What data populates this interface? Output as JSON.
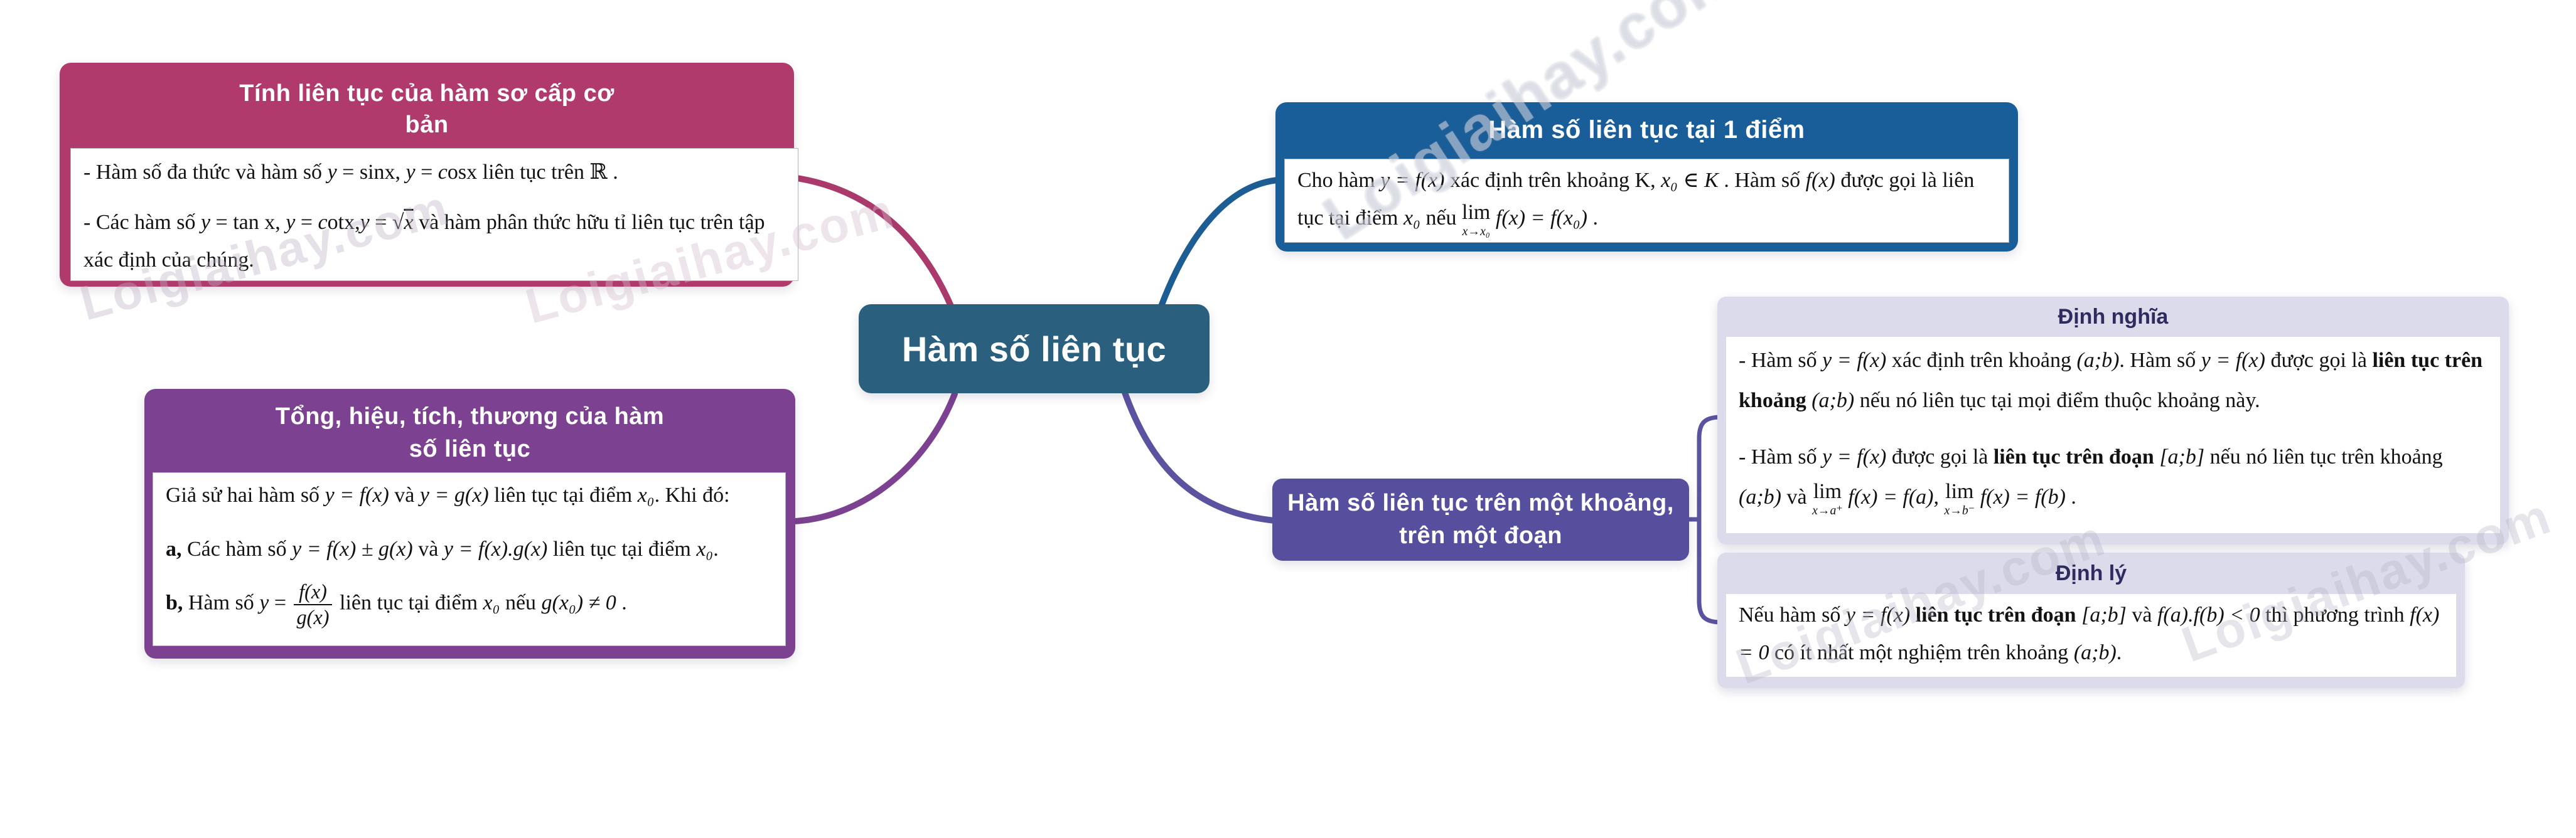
{
  "colors": {
    "background": "#FFFFFF",
    "center_node": "#2A5F7E",
    "elementary_node": "#B13A6C",
    "sum_node": "#7C4190",
    "point_node": "#1A5E99",
    "interval_node": "#564F9E",
    "sub_box_bg": "#DCDBEB",
    "sub_box_title_text": "#2E2C5E",
    "connector_elementary": "#A93A6B",
    "connector_point": "#1C5D94",
    "connector_sum": "#7C4190",
    "connector_interval": "#5B53A0",
    "content_text": "#121212",
    "node_title_text": "#FFFFFF"
  },
  "center_node": {
    "title": "Hàm số liên tục"
  },
  "elementary_node": {
    "title_lines": [
      "Tính liên tục của hàm sơ cấp cơ",
      "bản"
    ],
    "runs_p1": [
      {
        "t": "- Hàm số đa thức và hàm số "
      },
      {
        "t": "y",
        "s": "i"
      },
      {
        "t": " = sinx, "
      },
      {
        "t": "y",
        "s": "i"
      },
      {
        "t": " = "
      },
      {
        "t": "c",
        "s": "i"
      },
      {
        "t": "osx liên tục trên ℝ ."
      }
    ],
    "runs_p2": [
      {
        "t": "- Các hàm số "
      },
      {
        "t": "y",
        "s": "i"
      },
      {
        "t": " = tan x, "
      },
      {
        "t": "y",
        "s": "i"
      },
      {
        "t": " = "
      },
      {
        "t": "c",
        "s": "i"
      },
      {
        "t": "otx,"
      },
      {
        "t": "y",
        "s": "i"
      },
      {
        "t": " = √"
      },
      {
        "t": "x",
        "s": "i ol"
      },
      {
        "t": " và hàm phân thức hữu tỉ liên tục trên tập xác định của chúng."
      }
    ]
  },
  "sum_node": {
    "title_lines": [
      "Tổng, hiệu, tích, thương của hàm",
      "số liên tục"
    ],
    "runs_intro": [
      {
        "t": "Giả sử hai hàm số "
      },
      {
        "t": "y = f(x)",
        "s": "i"
      },
      {
        "t": " và "
      },
      {
        "t": "y = g(x)",
        "s": "i"
      },
      {
        "t": " liên tục tại điểm "
      },
      {
        "t": "x₀",
        "s": "i"
      },
      {
        "t": ". Khi đó:"
      }
    ],
    "runs_item_a": [
      {
        "t": "a,",
        "s": "b"
      },
      {
        "t": " Các hàm số "
      },
      {
        "t": "y = f(x) ± g(x)",
        "s": "i"
      },
      {
        "t": " và "
      },
      {
        "t": "y = f(x).g(x)",
        "s": "i"
      },
      {
        "t": " liên tục tại điểm "
      },
      {
        "t": "x₀",
        "s": "i"
      },
      {
        "t": "."
      }
    ],
    "runs_item_b": [
      {
        "t": "b,",
        "s": "b"
      },
      {
        "t": " Hàm số "
      },
      {
        "t": "y",
        "s": "i"
      },
      {
        "t": " = "
      },
      {
        "f": [
          "f(x)",
          "g(x)"
        ]
      },
      {
        "t": " liên tục tại điểm "
      },
      {
        "t": "x₀",
        "s": "i"
      },
      {
        "t": " nếu "
      },
      {
        "t": "g(x₀) ≠ 0",
        "s": "i"
      },
      {
        "t": " ."
      }
    ]
  },
  "point_node": {
    "title": "Hàm số liên tục tại 1 điểm",
    "runs_content": [
      {
        "t": "Cho hàm "
      },
      {
        "t": "y = f(x)",
        "s": "i"
      },
      {
        "t": " xác định trên khoảng K, "
      },
      {
        "t": "x₀ ∈ K",
        "s": "i"
      },
      {
        "t": " . Hàm số "
      },
      {
        "t": "f(x)",
        "s": "i"
      },
      {
        "t": " được gọi là liên tục tại điểm "
      },
      {
        "t": "x₀",
        "s": "i"
      },
      {
        "t": " nếu "
      },
      {
        "l": [
          "lim",
          "x→x₀"
        ]
      },
      {
        "t": " "
      },
      {
        "t": "f(x) = f(x₀)",
        "s": "i"
      },
      {
        "t": " ."
      }
    ]
  },
  "interval_node": {
    "title_lines": [
      "Hàm số liên tục trên một khoảng,",
      "trên một đoạn"
    ]
  },
  "definition_node": {
    "title": "Định nghĩa",
    "runs_p1": [
      {
        "t": "- Hàm số "
      },
      {
        "t": "y = f(x)",
        "s": "i"
      },
      {
        "t": " xác định trên khoảng "
      },
      {
        "t": "(a;b)",
        "s": "i"
      },
      {
        "t": ". Hàm số "
      },
      {
        "t": "y = f(x)",
        "s": "i"
      },
      {
        "t": " được gọi là "
      },
      {
        "t": "liên tục trên khoảng",
        "s": "b"
      },
      {
        "t": " "
      },
      {
        "t": "(a;b)",
        "s": "i"
      },
      {
        "t": " nếu nó liên tục tại mọi điểm thuộc khoảng này."
      }
    ],
    "runs_p2": [
      {
        "t": "- Hàm số "
      },
      {
        "t": "y = f(x)",
        "s": "i"
      },
      {
        "t": " được gọi là "
      },
      {
        "t": "liên tục trên đoạn",
        "s": "b"
      },
      {
        "t": " "
      },
      {
        "t": "[a;b]",
        "s": "i"
      },
      {
        "t": " nếu nó liên tục trên khoảng "
      },
      {
        "t": "(a;b)",
        "s": "i"
      },
      {
        "t": " và "
      },
      {
        "l": [
          "lim",
          "x→a⁺"
        ]
      },
      {
        "t": " "
      },
      {
        "t": "f(x) = f(a),",
        "s": "i"
      },
      {
        "t": " "
      },
      {
        "l": [
          "lim",
          "x→b⁻"
        ]
      },
      {
        "t": " "
      },
      {
        "t": "f(x) = f(b)",
        "s": "i"
      },
      {
        "t": " ."
      }
    ]
  },
  "theorem_node": {
    "title": "Định lý",
    "runs_p": [
      {
        "t": "Nếu hàm số "
      },
      {
        "t": "y = f(x)",
        "s": "i"
      },
      {
        "t": " "
      },
      {
        "t": "liên tục trên đoạn",
        "s": "b"
      },
      {
        "t": " "
      },
      {
        "t": "[a;b]",
        "s": "i"
      },
      {
        "t": " và "
      },
      {
        "t": "f(a).f(b) < 0",
        "s": "i"
      },
      {
        "t": " thì phương trình "
      },
      {
        "t": "f(x) = 0",
        "s": "i"
      },
      {
        "t": " có ít nhất một nghiệm trên khoảng "
      },
      {
        "t": "(a;b)",
        "s": "i"
      },
      {
        "t": "."
      }
    ]
  },
  "watermark": {
    "text": "Loigiaihay.com"
  }
}
